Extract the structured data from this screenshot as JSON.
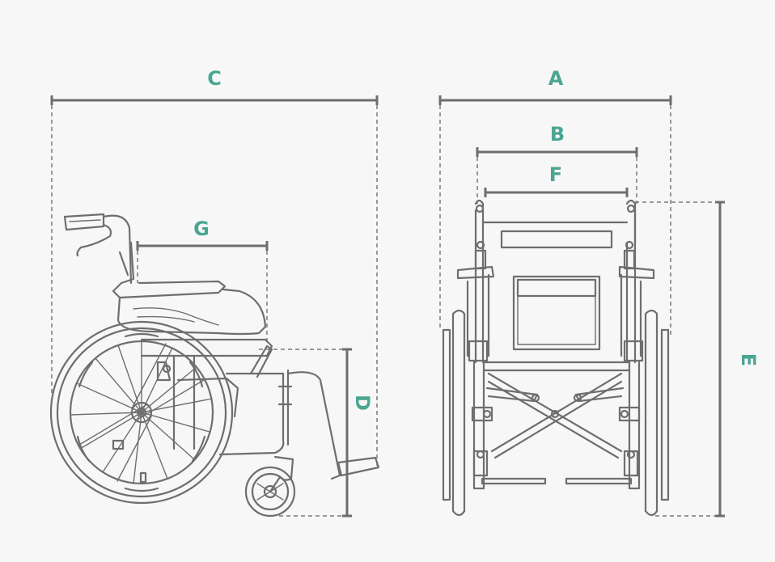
{
  "labels": {
    "A": "A",
    "B": "B",
    "C": "C",
    "D": "D",
    "E": "E",
    "F": "F",
    "G": "G"
  },
  "colors": {
    "background": "#f7f7f7",
    "label": "#4aa593",
    "line": "#6e6e6e",
    "dash": "#7a7a7a"
  },
  "icons": {
    "side_view": "wheelchair-side-view",
    "front_view": "wheelchair-front-view"
  }
}
